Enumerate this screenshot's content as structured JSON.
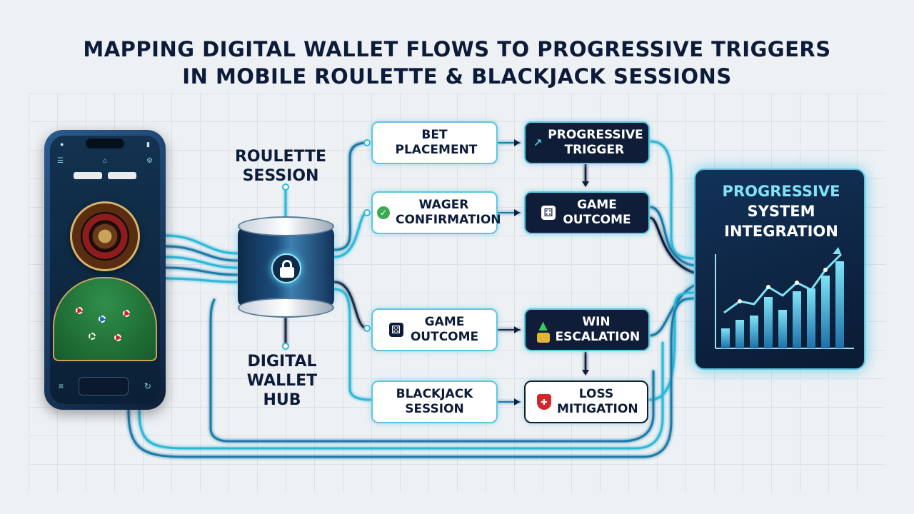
{
  "title": {
    "line1": "MAPPING DIGITAL WALLET FLOWS TO PROGRESSIVE TRIGGERS",
    "line2": "IN MOBILE ROULETTE & BLACKJACK SESSIONS"
  },
  "labels": {
    "roulette_session": "ROULETTE SESSION",
    "digital_wallet_hub": "DIGITAL WALLET HUB"
  },
  "nodes": {
    "bet_placement": "BET PLACEMENT",
    "progressive_trigger": "PROGRESSIVE TRIGGER",
    "wager_confirmation": "WAGER CONFIRMATION",
    "game_outcome_top": "GAME OUTCOME",
    "game_outcome_bottom": "GAME OUTCOME",
    "win_escalation": "WIN ESCALATION",
    "blackjack_session": "BLACKJACK SESSION",
    "loss_mitigation": "LOSS MITIGATION"
  },
  "integration": {
    "line1": "PROGRESSIVE",
    "line2": "SYSTEM",
    "line3": "INTEGRATION"
  },
  "icons": {
    "phone": "smartphone-icon",
    "hub": "padlock-icon",
    "wager": "check-circle-icon",
    "trigger": "trend-arrow-icon",
    "outcome": "dice-icon",
    "win": "coins-arrow-up-icon",
    "loss": "shield-icon",
    "integration": "bar-chart-icon"
  },
  "colors": {
    "accent": "#5ec6de",
    "dark_node": "#0f1d38",
    "title": "#0d1b3a"
  }
}
